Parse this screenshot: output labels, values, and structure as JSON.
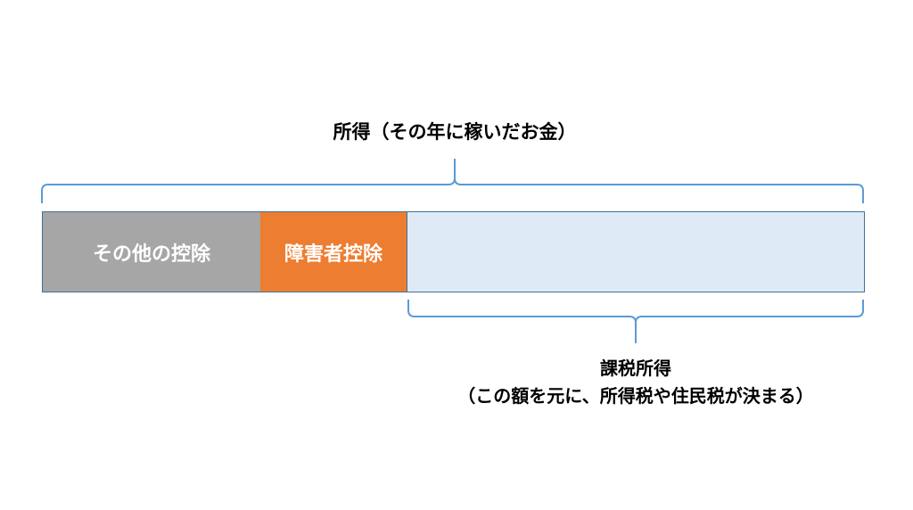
{
  "income": {
    "label": "所得（その年に稼いだお金）"
  },
  "segments": {
    "other_deductions": "その他の控除",
    "disability_deduction": "障害者控除",
    "taxable": ""
  },
  "taxable_income": {
    "title": "課税所得",
    "note": "（この額を元に、所得税や住民税が決まる）"
  },
  "colors": {
    "other_deductions": "#a6a6a6",
    "disability_deduction": "#ed7d31",
    "taxable": "#deebf7",
    "outline": "#41719c",
    "brace": "#5b9bd5"
  }
}
